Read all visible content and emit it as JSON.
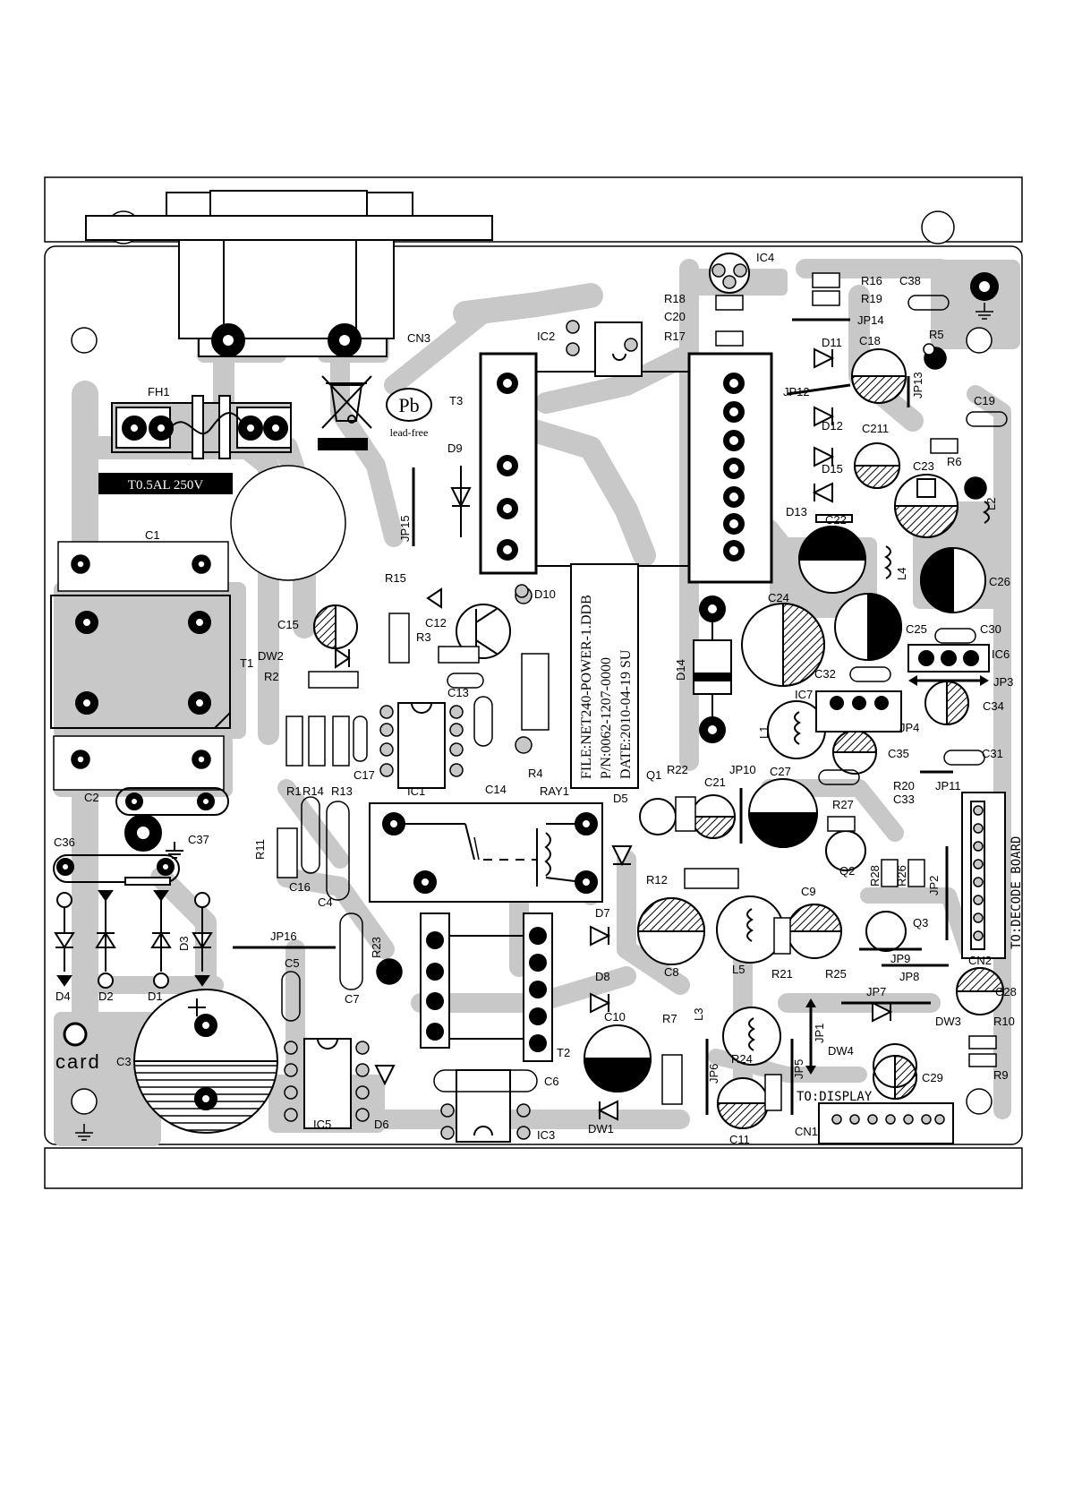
{
  "colors": {
    "copper": "#c8c8c8",
    "silk": "#000000",
    "paper": "#ffffff"
  },
  "fuse_rating": "T0.5AL 250V",
  "file_block": {
    "line1": "FILE:NET240-POWER-1.DDB",
    "line2": "P/N:0062-1207-0000",
    "line3": "DATE:2010-04-19 SU"
  },
  "logo": {
    "pb": "Pb",
    "leadfree": "lead-free"
  },
  "card_text": "card",
  "to_decode": "TO:DECODE BOARD",
  "to_display": "TO:DISPLAY",
  "labels": {
    "IC4": "IC4",
    "R16": "R16",
    "R19": "R19",
    "C38": "C38",
    "R18": "R18",
    "C20": "C20",
    "JP14": "JP14",
    "IC2": "IC2",
    "R17": "R17",
    "CN3": "CN3",
    "D11": "D11",
    "C18": "C18",
    "R5": "R5",
    "T3": "T3",
    "JP12": "JP12",
    "JP13": "JP13",
    "C19": "C19",
    "FH1": "FH1",
    "D12": "D12",
    "C211": "C211",
    "D9": "D9",
    "R6": "R6",
    "D15": "D15",
    "C23": "C23",
    "D13": "D13",
    "L2": "L2",
    "JP15": "JP15",
    "C1": "C1",
    "C22": "C22",
    "L4": "L4",
    "R15": "R15",
    "D10": "D10",
    "C26": "C26",
    "C15": "C15",
    "C12": "C12",
    "C24": "C24",
    "R3": "R3",
    "C25": "C25",
    "C30": "C30",
    "DW2": "DW2",
    "T1": "T1",
    "IC6": "IC6",
    "R2": "R2",
    "D14": "D14",
    "C32": "C32",
    "C13": "C13",
    "JP3": "JP3",
    "C34": "C34",
    "IC7": "IC7",
    "JP4": "JP4",
    "R4": "R4",
    "L1": "L1",
    "C35": "C35",
    "C31": "C31",
    "C17": "C17",
    "R1": "R1",
    "R14": "R14",
    "R13": "R13",
    "IC1": "IC1",
    "C14": "C14",
    "R20": "R20",
    "JP11": "JP11",
    "C2": "C2",
    "Q1": "Q1",
    "R22": "R22",
    "JP10": "JP10",
    "C27": "C27",
    "C33": "C33",
    "RAY1": "RAY1",
    "D5": "D5",
    "C21": "C21",
    "R27": "R27",
    "C36": "C36",
    "C37": "C37",
    "R11": "R11",
    "Q2": "Q2",
    "R28": "R28",
    "R26": "R26",
    "JP2": "JP2",
    "R12": "R12",
    "C16": "C16",
    "C4": "C4",
    "C9": "C9",
    "Q3": "Q3",
    "D7": "D7",
    "JP16": "JP16",
    "R23": "R23",
    "D3": "D3",
    "D4": "D4",
    "D2": "D2",
    "D1": "D1",
    "C5": "C5",
    "C8": "C8",
    "L5": "L5",
    "R21": "R21",
    "R25": "R25",
    "JP9": "JP9",
    "JP8": "JP8",
    "CN2": "CN2",
    "C7": "C7",
    "D8": "D8",
    "JP7": "JP7",
    "C28": "C28",
    "C10": "C10",
    "R7": "R7",
    "L3": "L3",
    "JP1": "JP1",
    "DW3": "DW3",
    "R10": "R10",
    "C3": "C3",
    "T2": "T2",
    "DW4": "DW4",
    "R24": "R24",
    "JP5": "JP5",
    "JP6": "JP6",
    "C6": "C6",
    "C29": "C29",
    "R9": "R9",
    "IC5": "IC5",
    "D6": "D6",
    "DW1": "DW1",
    "IC3": "IC3",
    "C11": "C11",
    "CN1": "CN1"
  }
}
